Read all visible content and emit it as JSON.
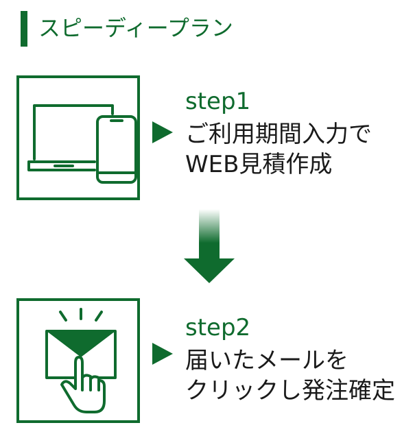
{
  "header": {
    "title": "スピーディープラン"
  },
  "steps": [
    {
      "label": "step1",
      "line1": "ご利用期間入力で",
      "line2": "WEB見積作成",
      "icon": "laptop-smartphone-icon"
    },
    {
      "label": "step2",
      "line1": "届いたメールを",
      "line2": "クリックし発注確定",
      "icon": "email-click-icon"
    }
  ],
  "colors": {
    "accent": "#0f6b2e",
    "text": "#1a1a1a",
    "background": "#ffffff"
  }
}
